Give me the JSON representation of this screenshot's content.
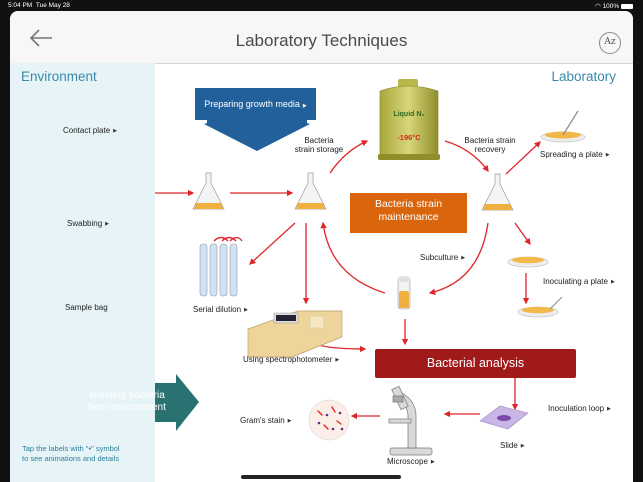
{
  "status": {
    "time": "5:04 PM",
    "date": "Tue May 28",
    "battery": "100%"
  },
  "nav": {
    "title": "Laboratory Techniques",
    "az_icon": "Az"
  },
  "environment": {
    "heading": "Environment",
    "items": [
      {
        "label": "Contact plate"
      },
      {
        "label": "Swabbing"
      },
      {
        "label": "Sample bag"
      }
    ],
    "tip_line1": "Tap the labels with \"•\" symbol",
    "tip_line2": "to see animations and details"
  },
  "laboratory": {
    "heading": "Laboratory",
    "growth_media": "Preparing growth media",
    "storage_line1": "Bacteria",
    "storage_line2": "strain storage",
    "tank_label": "Liquid N₂",
    "tank_temp": "-196°C",
    "recovery_line1": "Bacteria strain",
    "recovery_line2": "recovery",
    "spreading": "Spreading a plate",
    "maintenance_line1": "Bacteria strain",
    "maintenance_line2": "maintenance",
    "subculture": "Subculture",
    "inoculating": "Inoculating a plate",
    "serial_dilution": "Serial dilution",
    "spectro": "Using spectrophotometer",
    "analysis": "Bacterial analysis",
    "isolating_line1": "Isolating bacteria",
    "isolating_line2": "from environment",
    "inoculation_loop": "Inoculation loop",
    "grams_stain": "Gram's stain",
    "microscope": "Microscope",
    "slide": "Slide"
  },
  "colors": {
    "accent": "#3a8aa8",
    "arrow": "#e0262a",
    "blue_box": "#22609c",
    "orange_box": "#d9650d",
    "red_box": "#a11a1a",
    "env_bg": "#e6f4f8"
  }
}
